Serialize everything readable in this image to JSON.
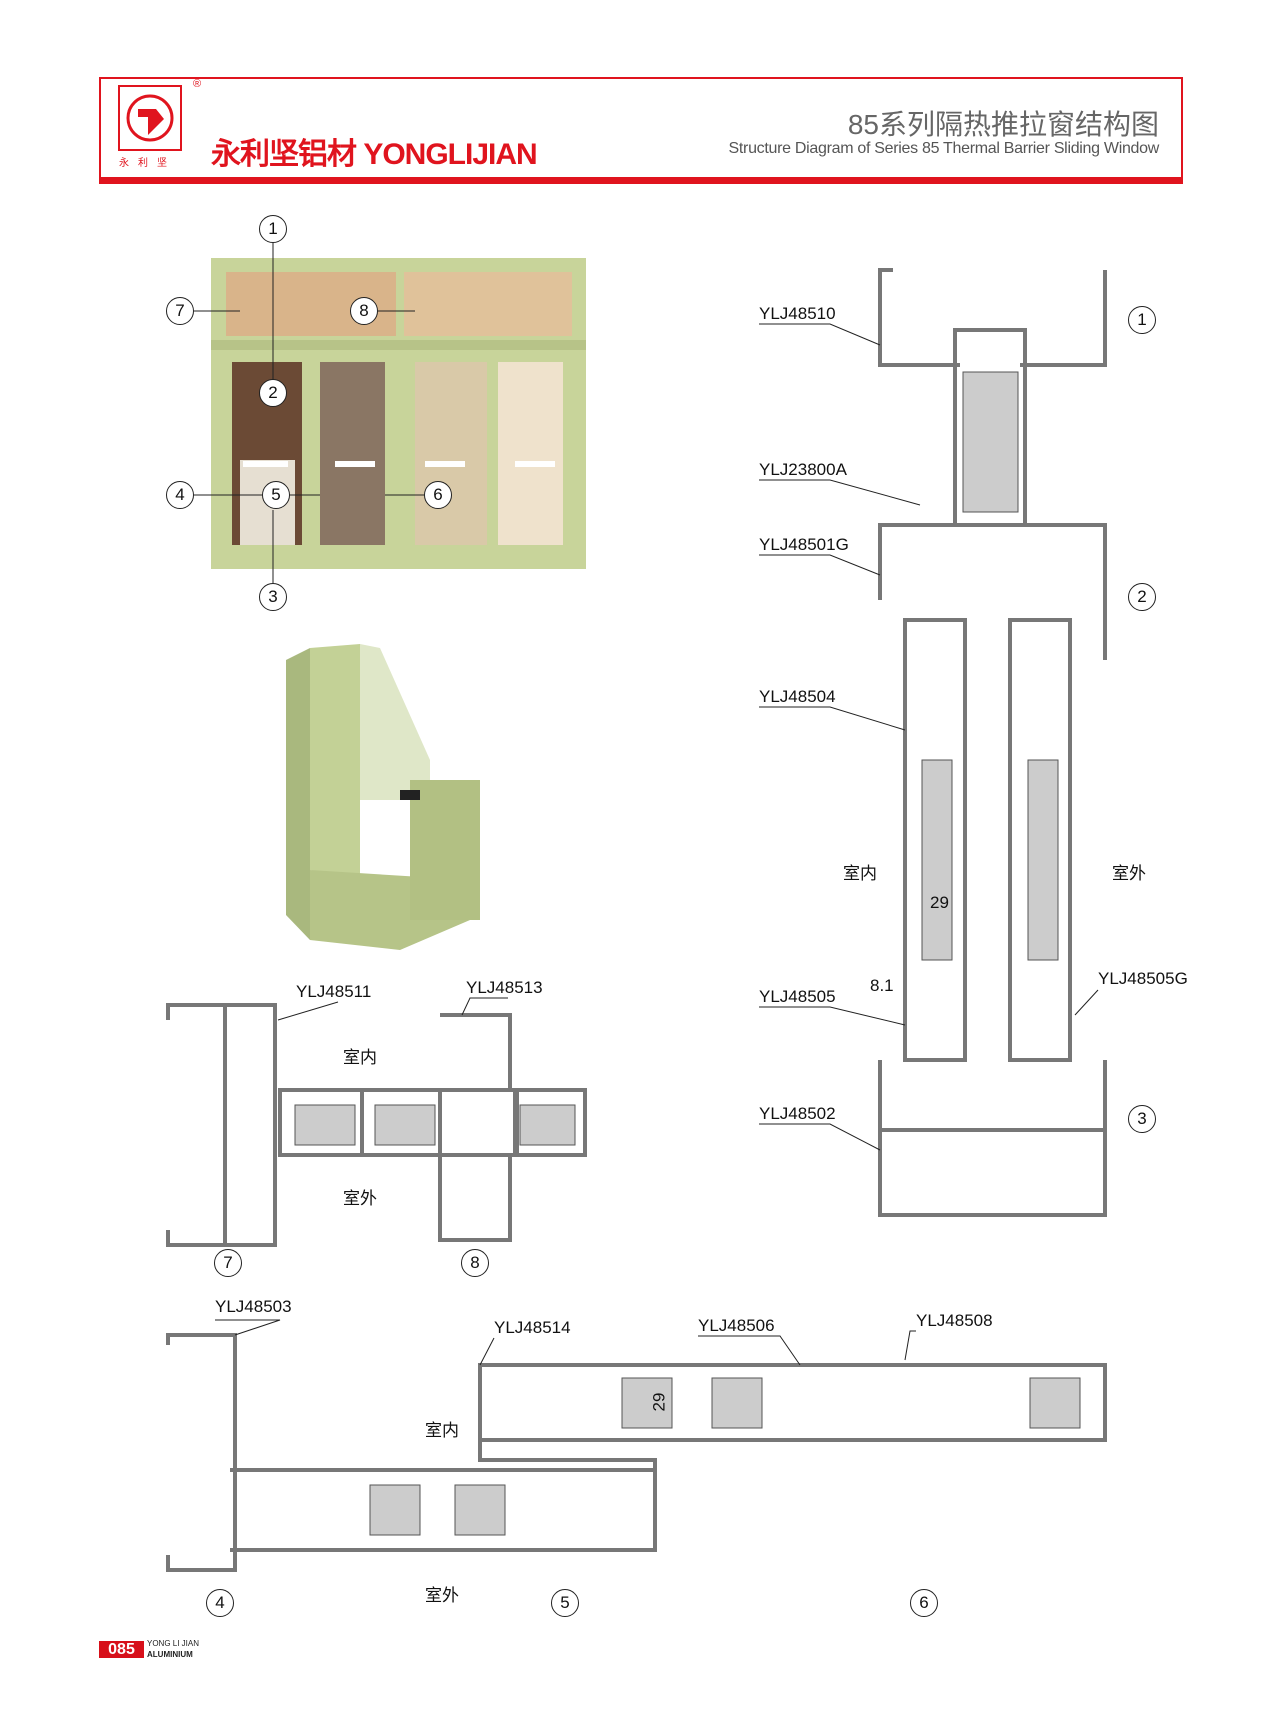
{
  "header": {
    "brand": "永利坚铝材 YONGLIJIAN",
    "logo_sub": "永利坚",
    "registered": "®",
    "title_cn": "85系列隔热推拉窗结构图",
    "title_en": "Structure Diagram of Series 85 Thermal Barrier Sliding Window"
  },
  "photo_callouts": [
    "1",
    "7",
    "8",
    "2",
    "4",
    "5",
    "6",
    "3"
  ],
  "section_78": {
    "labels": [
      "YLJ48511",
      "YLJ48513"
    ],
    "indoor": "室内",
    "outdoor": "室外",
    "callouts": [
      "7",
      "8"
    ]
  },
  "section_vertical": {
    "labels": [
      "YLJ48510",
      "YLJ23800A",
      "YLJ48501G",
      "YLJ48504",
      "YLJ48505",
      "YLJ48505G",
      "YLJ48502"
    ],
    "indoor": "室内",
    "outdoor": "室外",
    "dim_29": "29",
    "dim_81": "8.1",
    "callouts": [
      "1",
      "2",
      "3"
    ]
  },
  "section_456": {
    "labels": [
      "YLJ48503",
      "YLJ48514",
      "YLJ48506",
      "YLJ48508"
    ],
    "indoor": "室内",
    "outdoor": "室外",
    "dim_29": "29",
    "callouts": [
      "4",
      "5",
      "6"
    ]
  },
  "footer": {
    "page": "085",
    "line1": "YONG LI JIAN",
    "line2": "ALUMINIUM"
  },
  "colors": {
    "brand_red": "#e0141e",
    "frame_green": "#c8d49a",
    "profile_gray": "#8a8a8a"
  }
}
